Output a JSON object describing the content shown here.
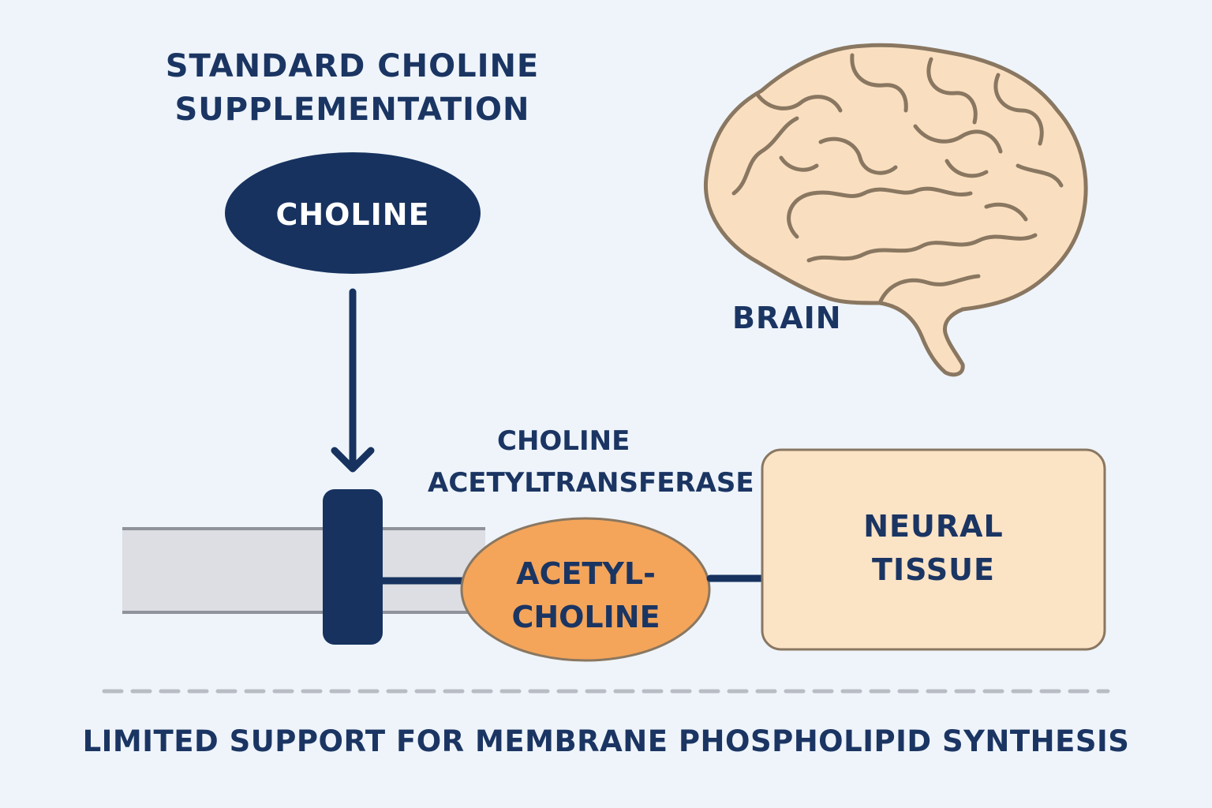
{
  "title": {
    "line1": "STANDARD CHOLINE",
    "line2": "SUPPLEMENTATION"
  },
  "nodes": {
    "choline": "CHOLINE",
    "brain": "BRAIN",
    "enzyme_line1": "CHOLINE",
    "enzyme_line2": "ACETYLTRANSFERASE",
    "acetylcholine_line1": "ACETYL-",
    "acetylcholine_line2": "CHOLINE",
    "neural_line1": "NEURAL",
    "neural_line2": "TISSUE"
  },
  "footer": "LIMITED SUPPORT FOR MEMBRANE PHOSPHOLIPID SYNTHESIS",
  "colors": {
    "background": "#eef4fa",
    "navy": "#17325f",
    "orange": "#f4a55a",
    "tissue": "#fbe3c6",
    "brain_fill": "#f9dfc0",
    "brain_stroke": "#8a7761",
    "membrane": "#dcdee3"
  },
  "icons": [
    "brain-icon"
  ]
}
